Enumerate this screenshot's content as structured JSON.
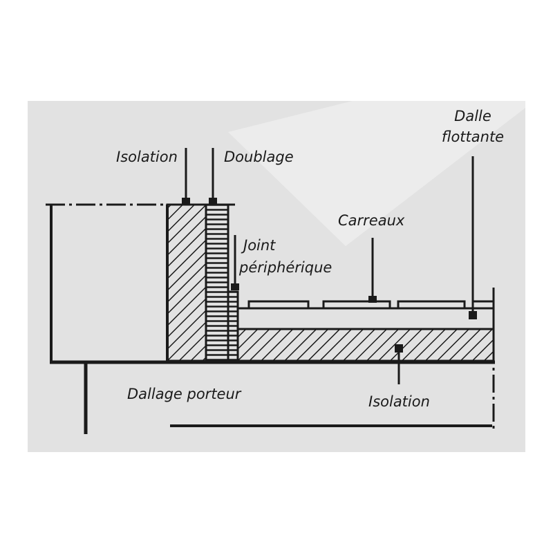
{
  "diagram": {
    "labels": {
      "isolation_wall": "Isolation",
      "doublage": "Doublage",
      "dalle_flottante_line1": "Dalle",
      "dalle_flottante_line2": "flottante",
      "carreaux": "Carreaux",
      "joint_line1": "Joint",
      "joint_line2": "périphérique",
      "dallage_porteur": "Dallage porteur",
      "isolation_floor": "Isolation"
    },
    "colors": {
      "background": "#e2e2e2",
      "ink": "#1a1a1a",
      "highlight": "#ececec"
    }
  }
}
